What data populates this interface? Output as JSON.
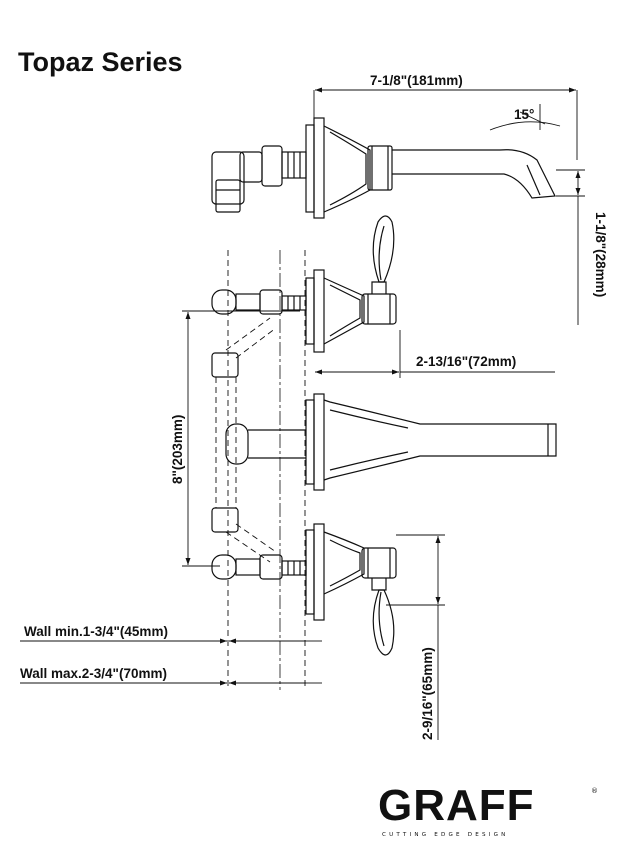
{
  "title": "Topaz  Series",
  "dimensions": {
    "overall_length": "7-1/8\"(181mm)",
    "spout_angle": "15°",
    "spout_height": "1-1/8\"(28mm)",
    "handle_projection": "2-13/16\"(72mm)",
    "center_spacing": "8\"(203mm)",
    "wall_min": "Wall min.1-3/4\"(45mm)",
    "wall_max": "Wall max.2-3/4\"(70mm)",
    "handle_height": "2-9/16\"(65mm)"
  },
  "brand": {
    "logo": "GRAFF",
    "registered": "®",
    "tagline": "CUTTING EDGE DESIGN"
  }
}
